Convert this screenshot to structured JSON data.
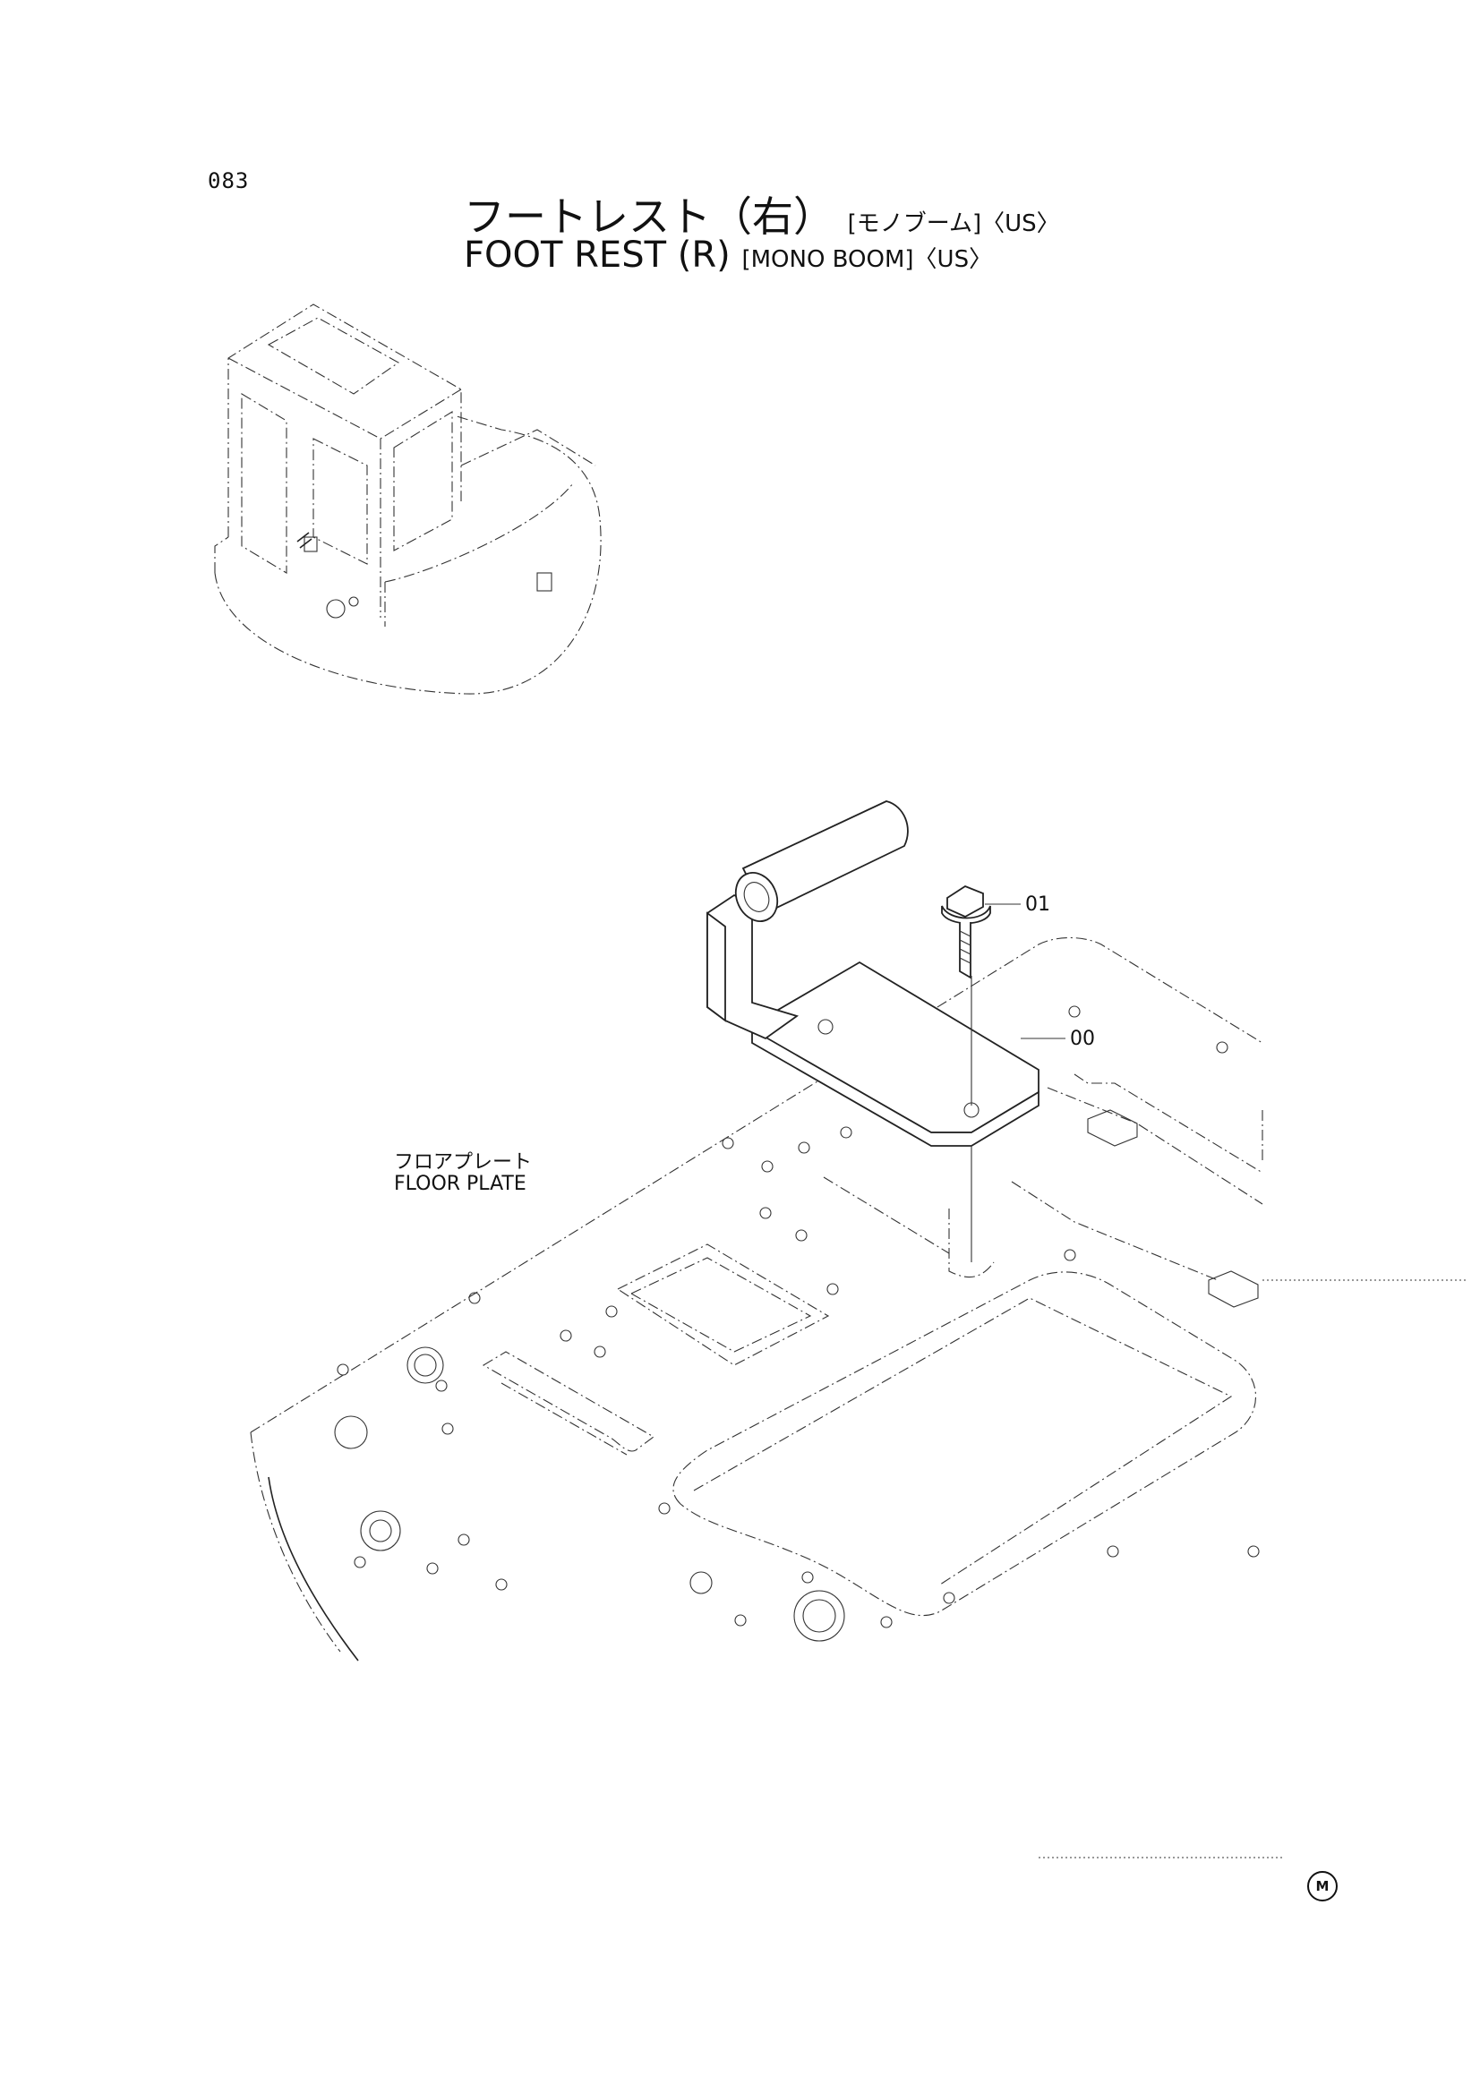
{
  "page": {
    "number": "083"
  },
  "title": {
    "jp_main": "フートレスト（右）",
    "jp_sub": "[モノブーム]〈US〉",
    "en_main": "FOOT REST (R)",
    "en_sub": "[MONO BOOM]〈US〉"
  },
  "labels": {
    "floor_plate_jp": "フロアプレート",
    "floor_plate_en": "FLOOR PLATE"
  },
  "callouts": {
    "bolt": "01",
    "foot_rest": "00"
  },
  "mark": "M"
}
